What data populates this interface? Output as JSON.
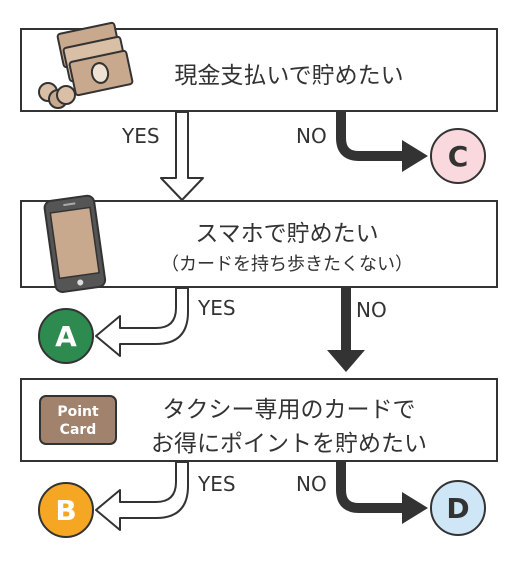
{
  "nodes": [
    {
      "id": "q1",
      "text": "現金支払いで貯めたい"
    },
    {
      "id": "q2",
      "text": "スマホで貯めたい",
      "subtext": "（カードを持ち歩きたくない）"
    },
    {
      "id": "q3",
      "line1": "タクシー専用のカードで",
      "line2": "お得にポイントを貯めたい"
    }
  ],
  "edges": {
    "q1_yes": "YES",
    "q1_no": "NO",
    "q2_yes": "YES",
    "q2_no": "NO",
    "q3_yes": "YES",
    "q3_no": "NO"
  },
  "results": [
    {
      "id": "A",
      "label": "A",
      "fill": "#2e8b4f",
      "text_color": "#ffffff"
    },
    {
      "id": "B",
      "label": "B",
      "fill": "#f5a623",
      "text_color": "#ffffff"
    },
    {
      "id": "C",
      "label": "C",
      "fill": "#f9d9de",
      "text_color": "#333333"
    },
    {
      "id": "D",
      "label": "D",
      "fill": "#cfe6f7",
      "text_color": "#333333"
    }
  ],
  "icons": {
    "q1": "banknotes-coins-icon",
    "q2": "smartphone-icon",
    "q3": "point-card-icon",
    "card_text_1": "Point",
    "card_text_2": "Card"
  }
}
